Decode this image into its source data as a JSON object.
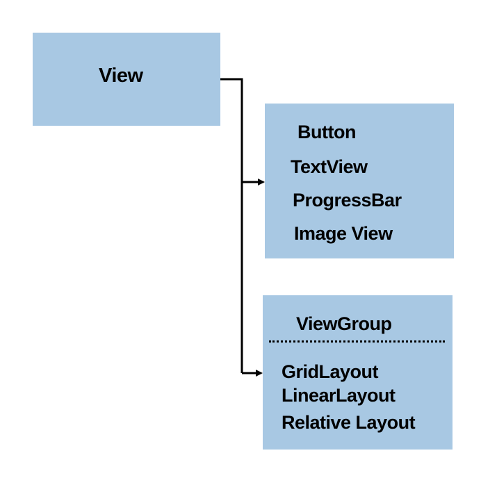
{
  "colors": {
    "box_fill": "#a8c8e3",
    "line": "#000000",
    "background": "#ffffff"
  },
  "root": {
    "label": "View"
  },
  "widgets": {
    "items": [
      "Button",
      "TextView",
      "ProgressBar",
      "Image View"
    ]
  },
  "viewgroup": {
    "title": "ViewGroup",
    "items": [
      "GridLayout",
      "LinearLayout",
      "Relative Layout"
    ]
  }
}
